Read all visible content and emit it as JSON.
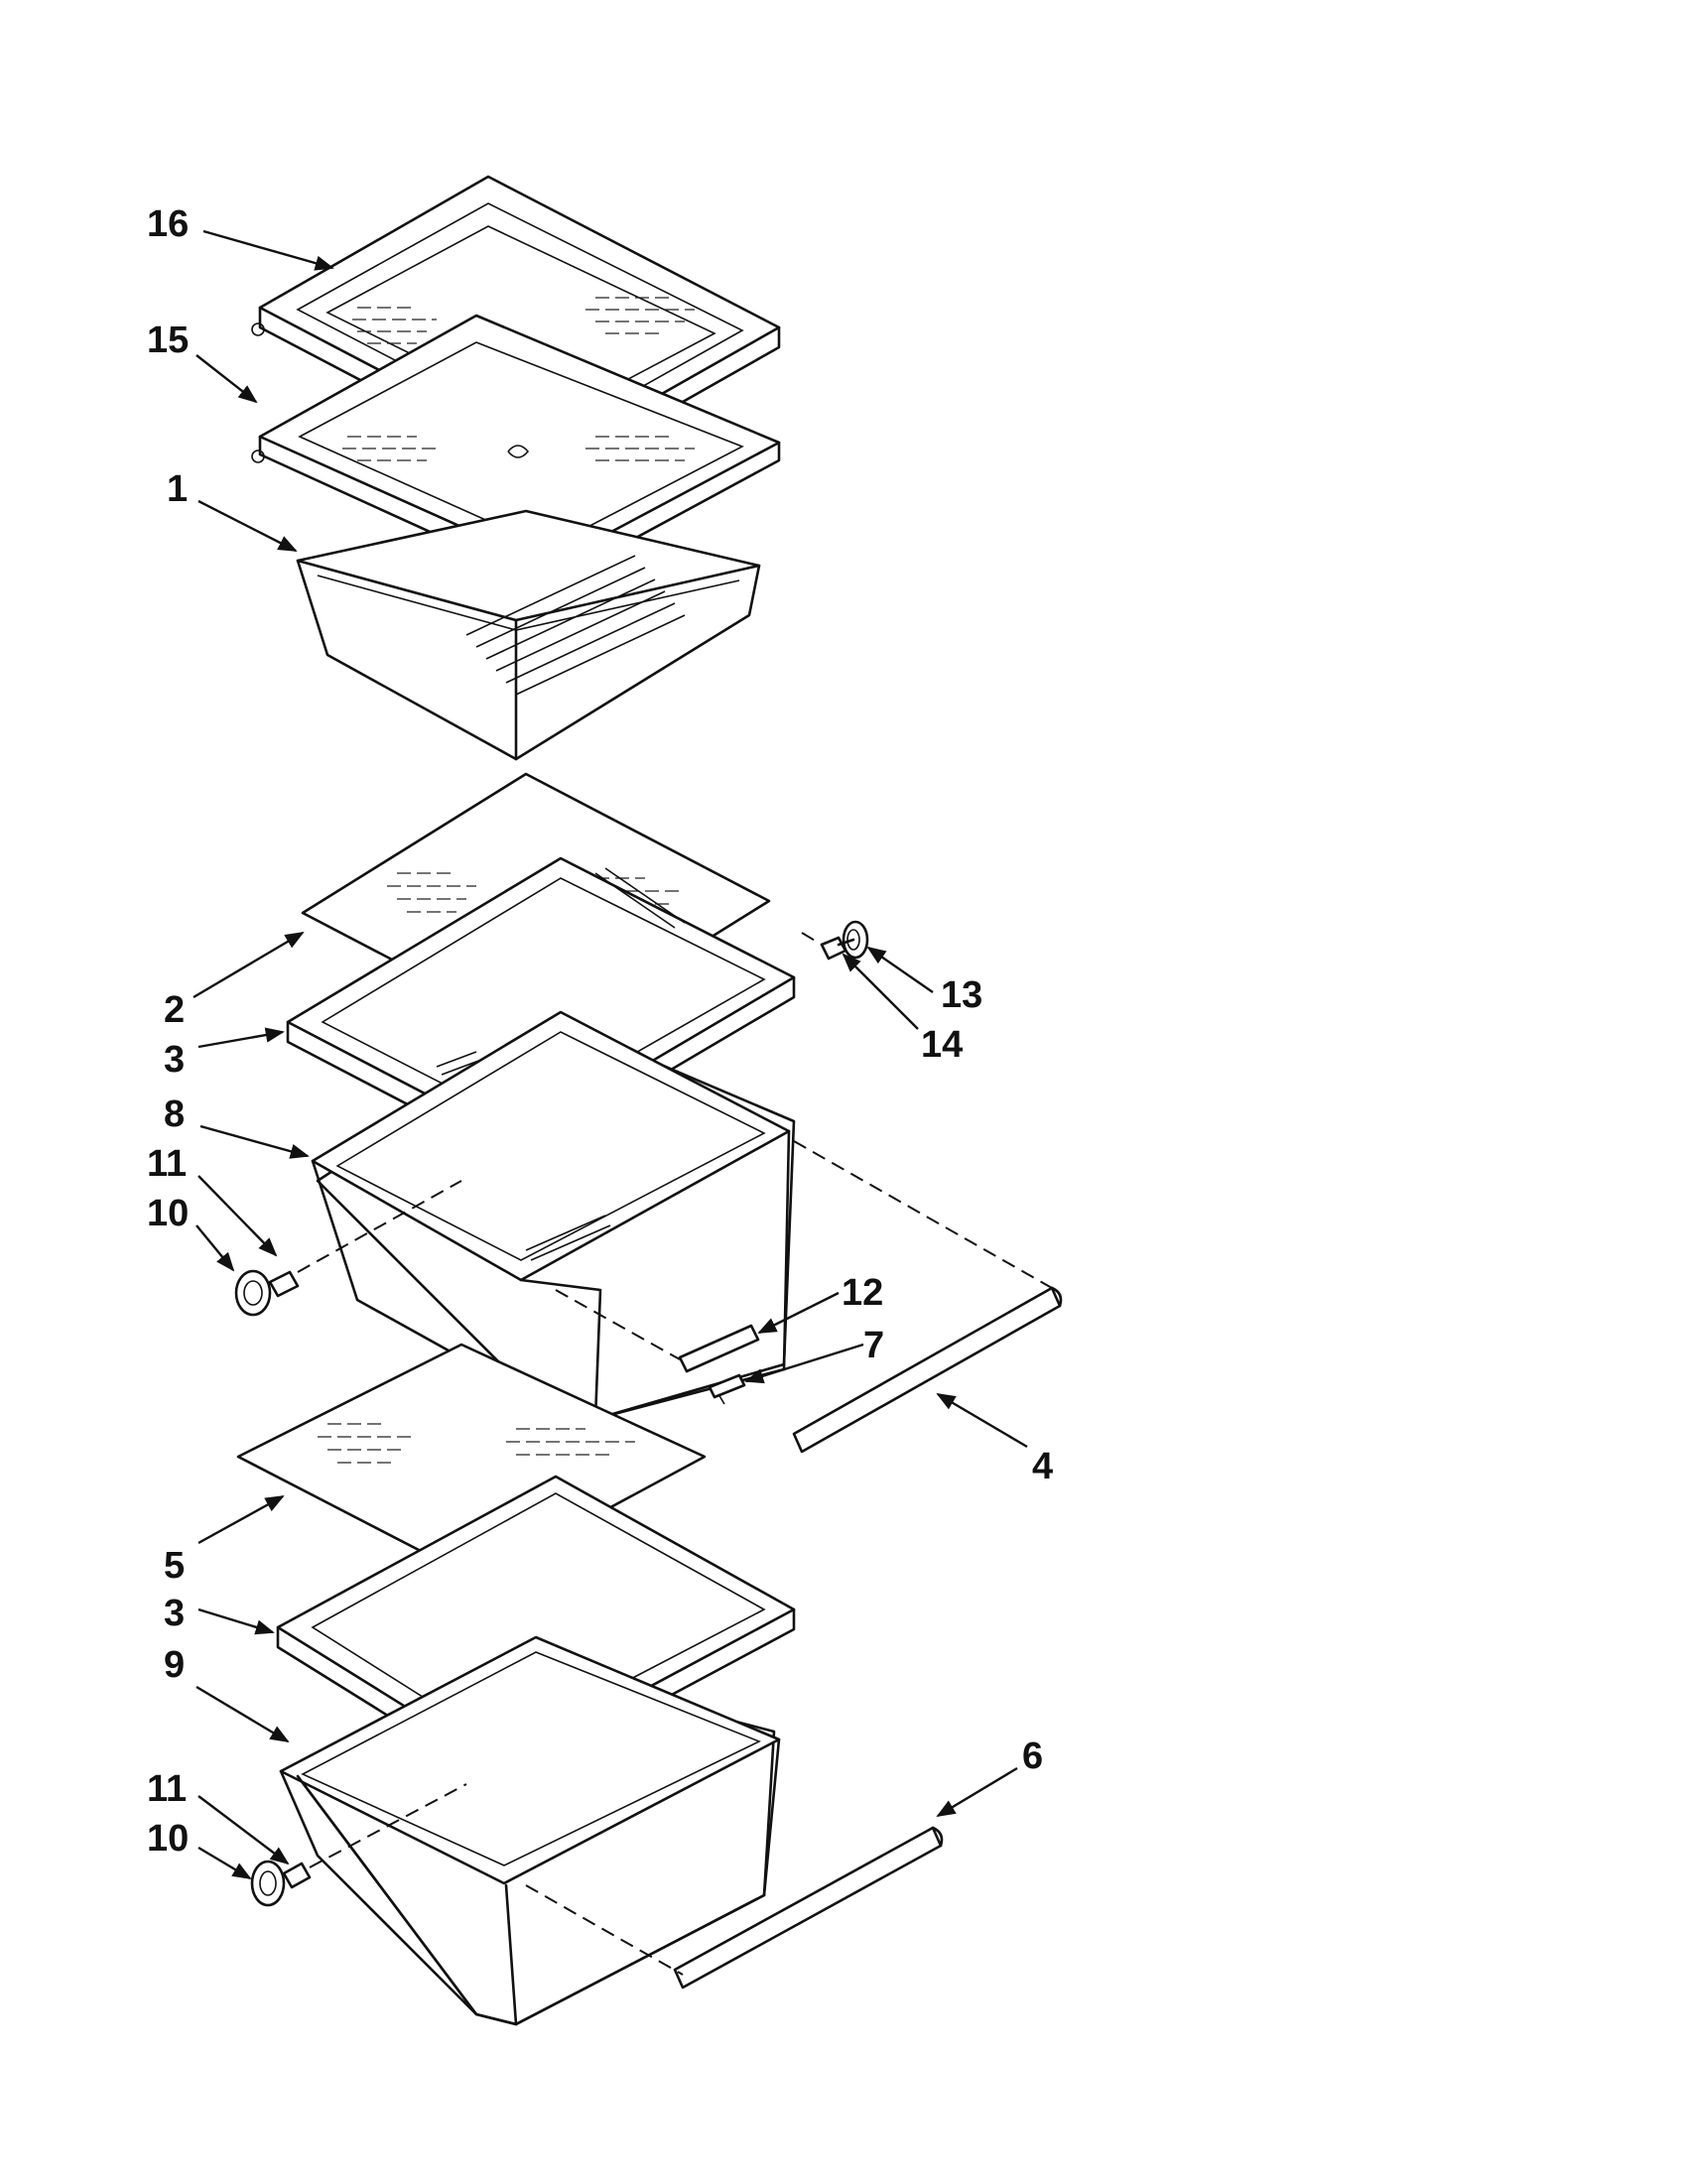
{
  "callouts": [
    {
      "id": "c16",
      "label": "16"
    },
    {
      "id": "c15",
      "label": "15"
    },
    {
      "id": "c1",
      "label": "1"
    },
    {
      "id": "c2",
      "label": "2"
    },
    {
      "id": "c3a",
      "label": "3"
    },
    {
      "id": "c8",
      "label": "8"
    },
    {
      "id": "c11a",
      "label": "11"
    },
    {
      "id": "c10a",
      "label": "10"
    },
    {
      "id": "c13",
      "label": "13"
    },
    {
      "id": "c14",
      "label": "14"
    },
    {
      "id": "c12",
      "label": "12"
    },
    {
      "id": "c7",
      "label": "7"
    },
    {
      "id": "c4",
      "label": "4"
    },
    {
      "id": "c5",
      "label": "5"
    },
    {
      "id": "c3b",
      "label": "3"
    },
    {
      "id": "c9",
      "label": "9"
    },
    {
      "id": "c6",
      "label": "6"
    },
    {
      "id": "c11b",
      "label": "11"
    },
    {
      "id": "c10b",
      "label": "10"
    }
  ]
}
